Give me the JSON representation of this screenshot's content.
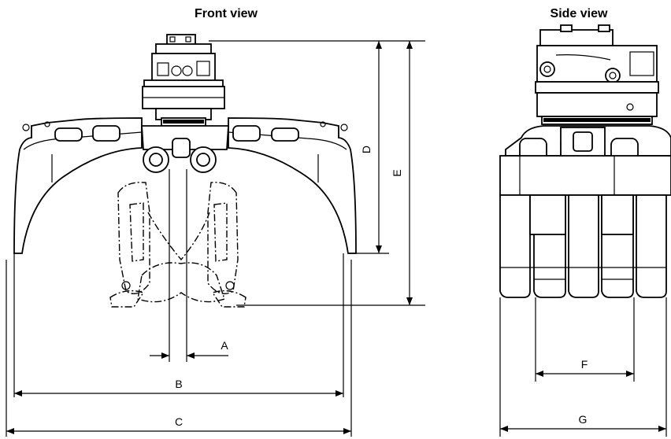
{
  "views": {
    "front_title": "Front view",
    "side_title": "Side view"
  },
  "dimensions": {
    "A": "A",
    "B": "B",
    "C": "C",
    "D": "D",
    "E": "E",
    "F": "F",
    "G": "G"
  }
}
